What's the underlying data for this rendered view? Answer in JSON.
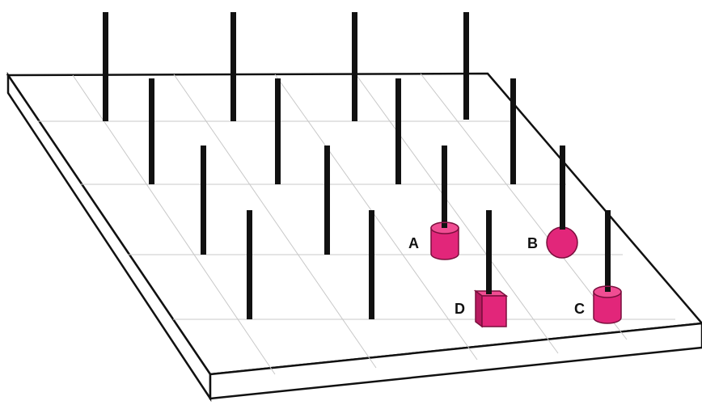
{
  "colors": {
    "background": "#ffffff",
    "board_outline": "#111111",
    "grid_line": "#c8c8c8",
    "peg": "#111111",
    "piece_fill": "#e2267a",
    "piece_edge": "#7a0f3d"
  },
  "pieces": [
    {
      "label": "A",
      "shape": "cylinder"
    },
    {
      "label": "B",
      "shape": "sphere"
    },
    {
      "label": "C",
      "shape": "cylinder"
    },
    {
      "label": "D",
      "shape": "cube"
    }
  ]
}
